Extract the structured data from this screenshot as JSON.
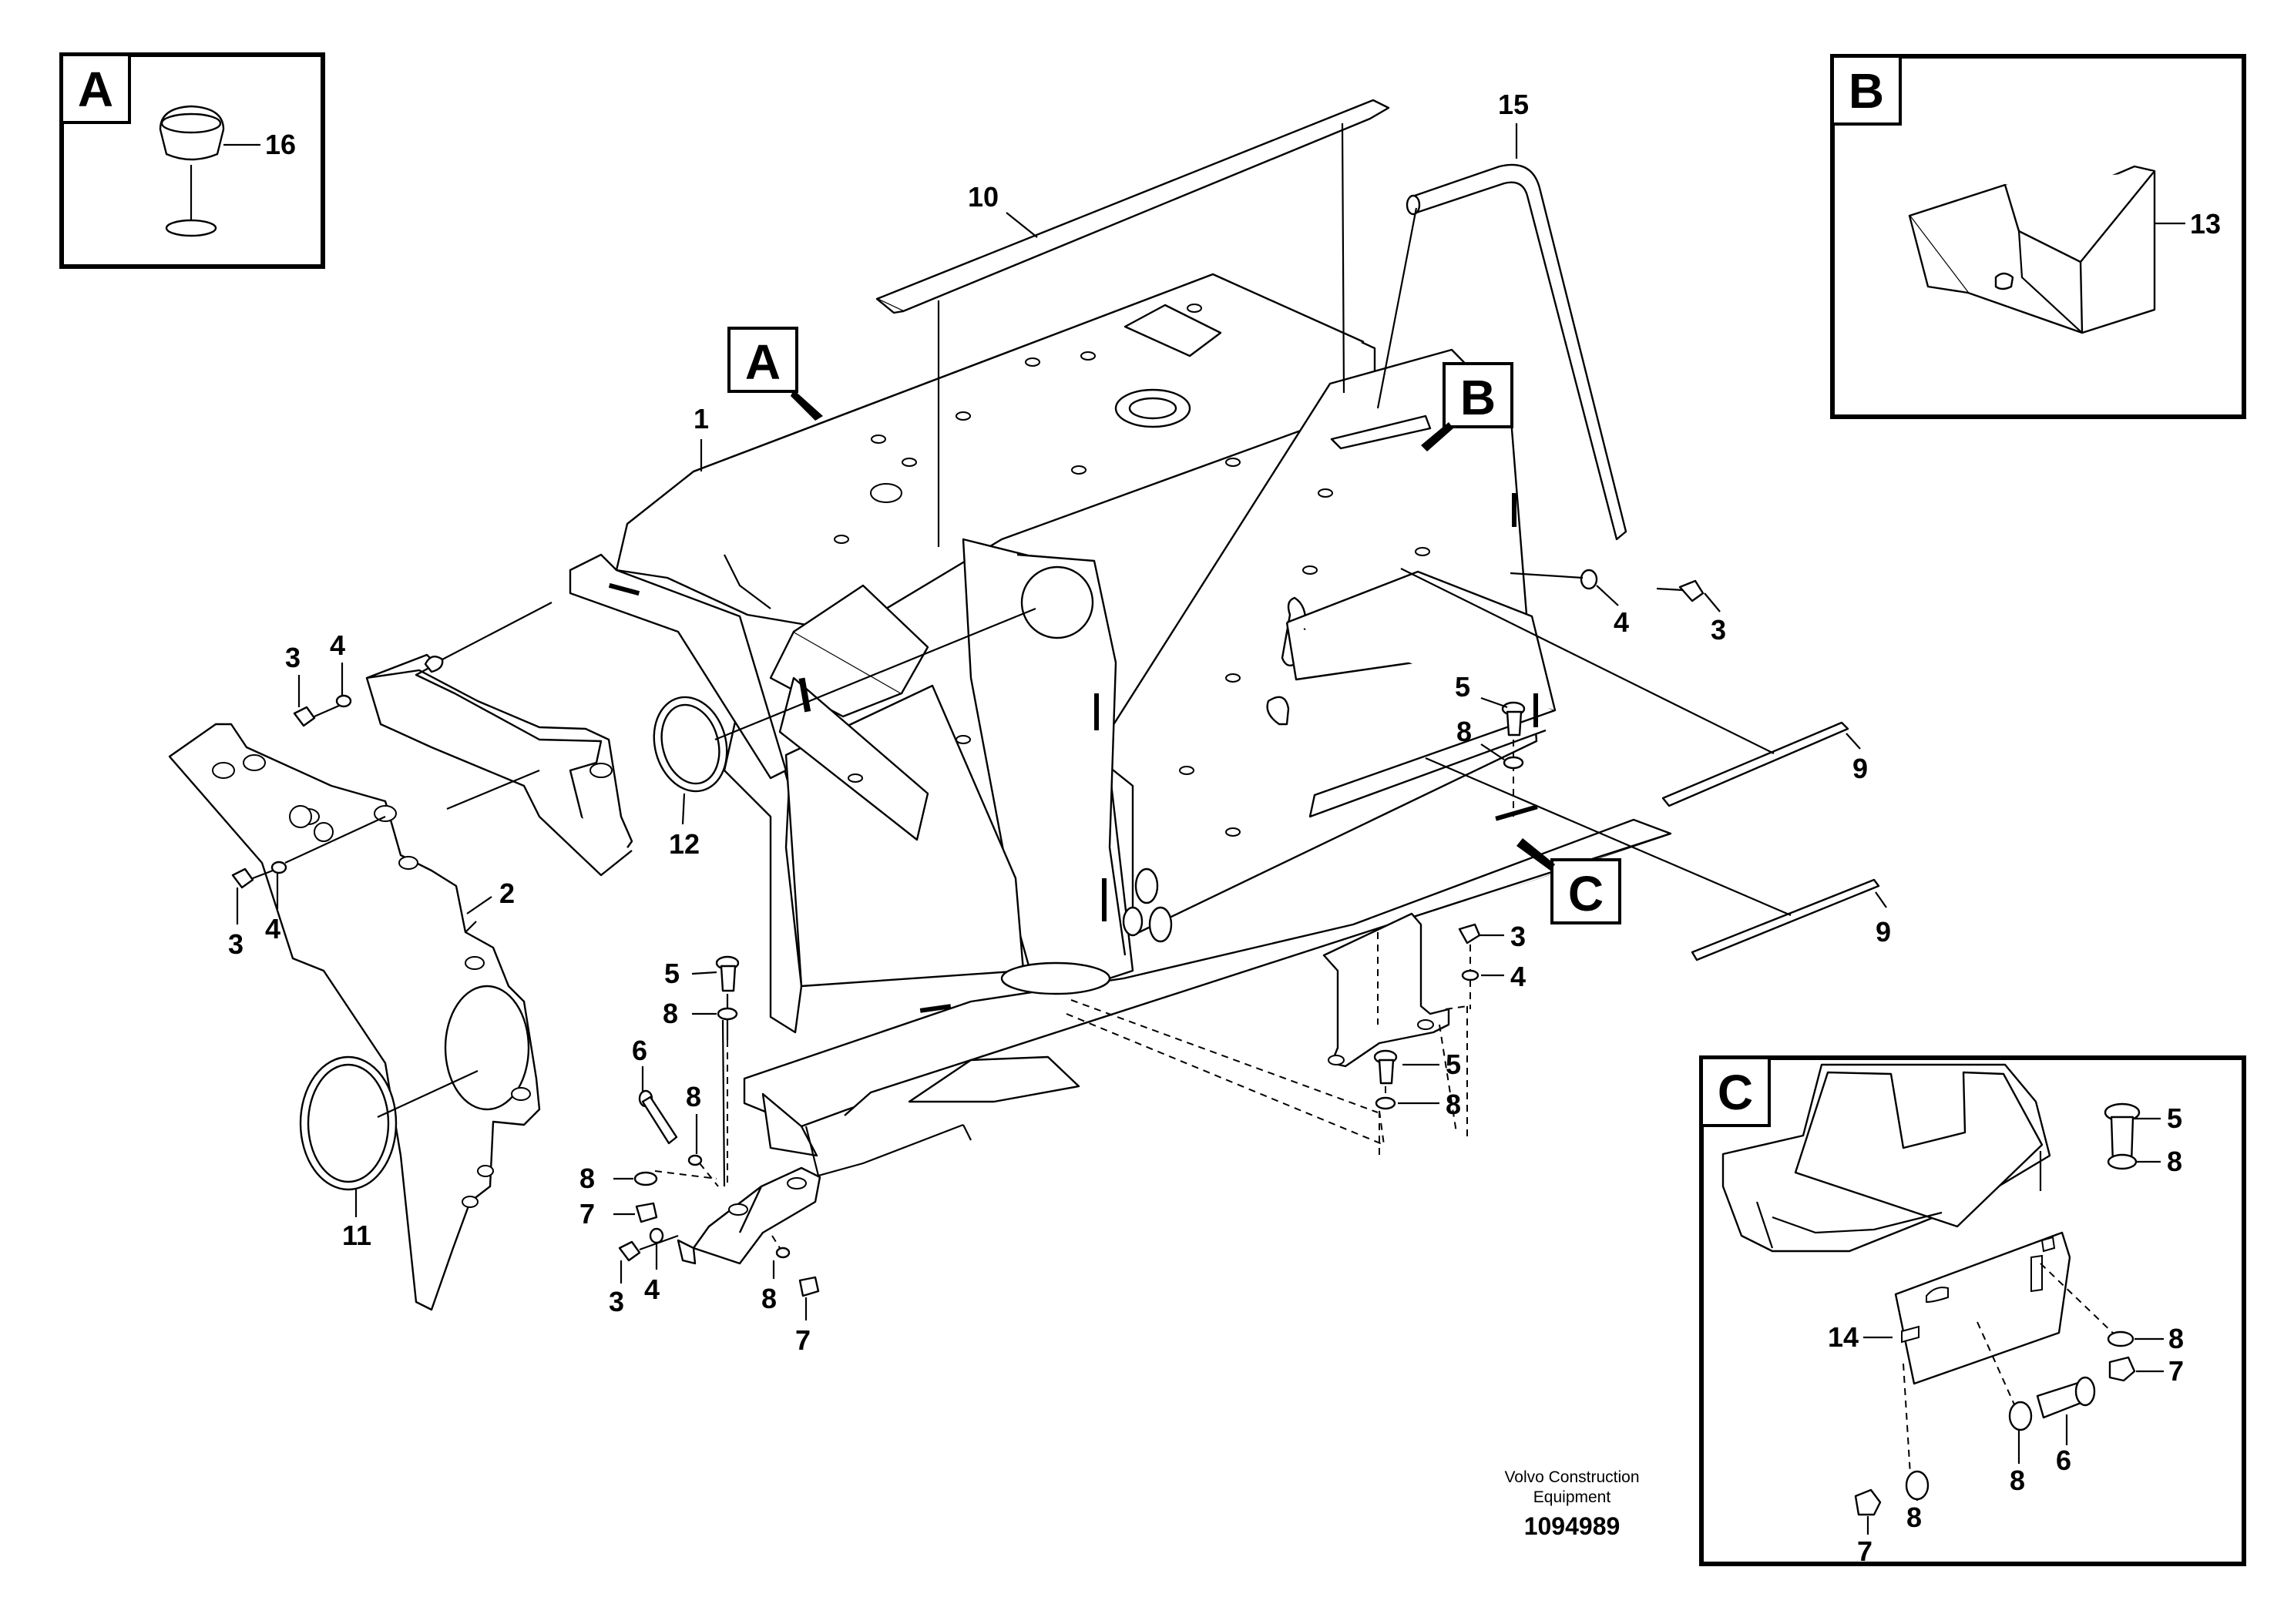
{
  "detail_boxes": {
    "a": "A",
    "b": "B",
    "c": "C"
  },
  "pointer_tags": {
    "a": "A",
    "b": "B",
    "c": "C"
  },
  "callouts": {
    "c1": "1",
    "c2": "2",
    "c3": "3",
    "c4": "4",
    "c5": "5",
    "c6": "6",
    "c7": "7",
    "c8": "8",
    "c9": "9",
    "c10": "10",
    "c11": "11",
    "c12": "12",
    "c13": "13",
    "c14": "14",
    "c15": "15",
    "c16": "16"
  },
  "footer": {
    "credit_line1": "Volvo Construction",
    "credit_line2": "Equipment",
    "document_number": "1094989"
  }
}
